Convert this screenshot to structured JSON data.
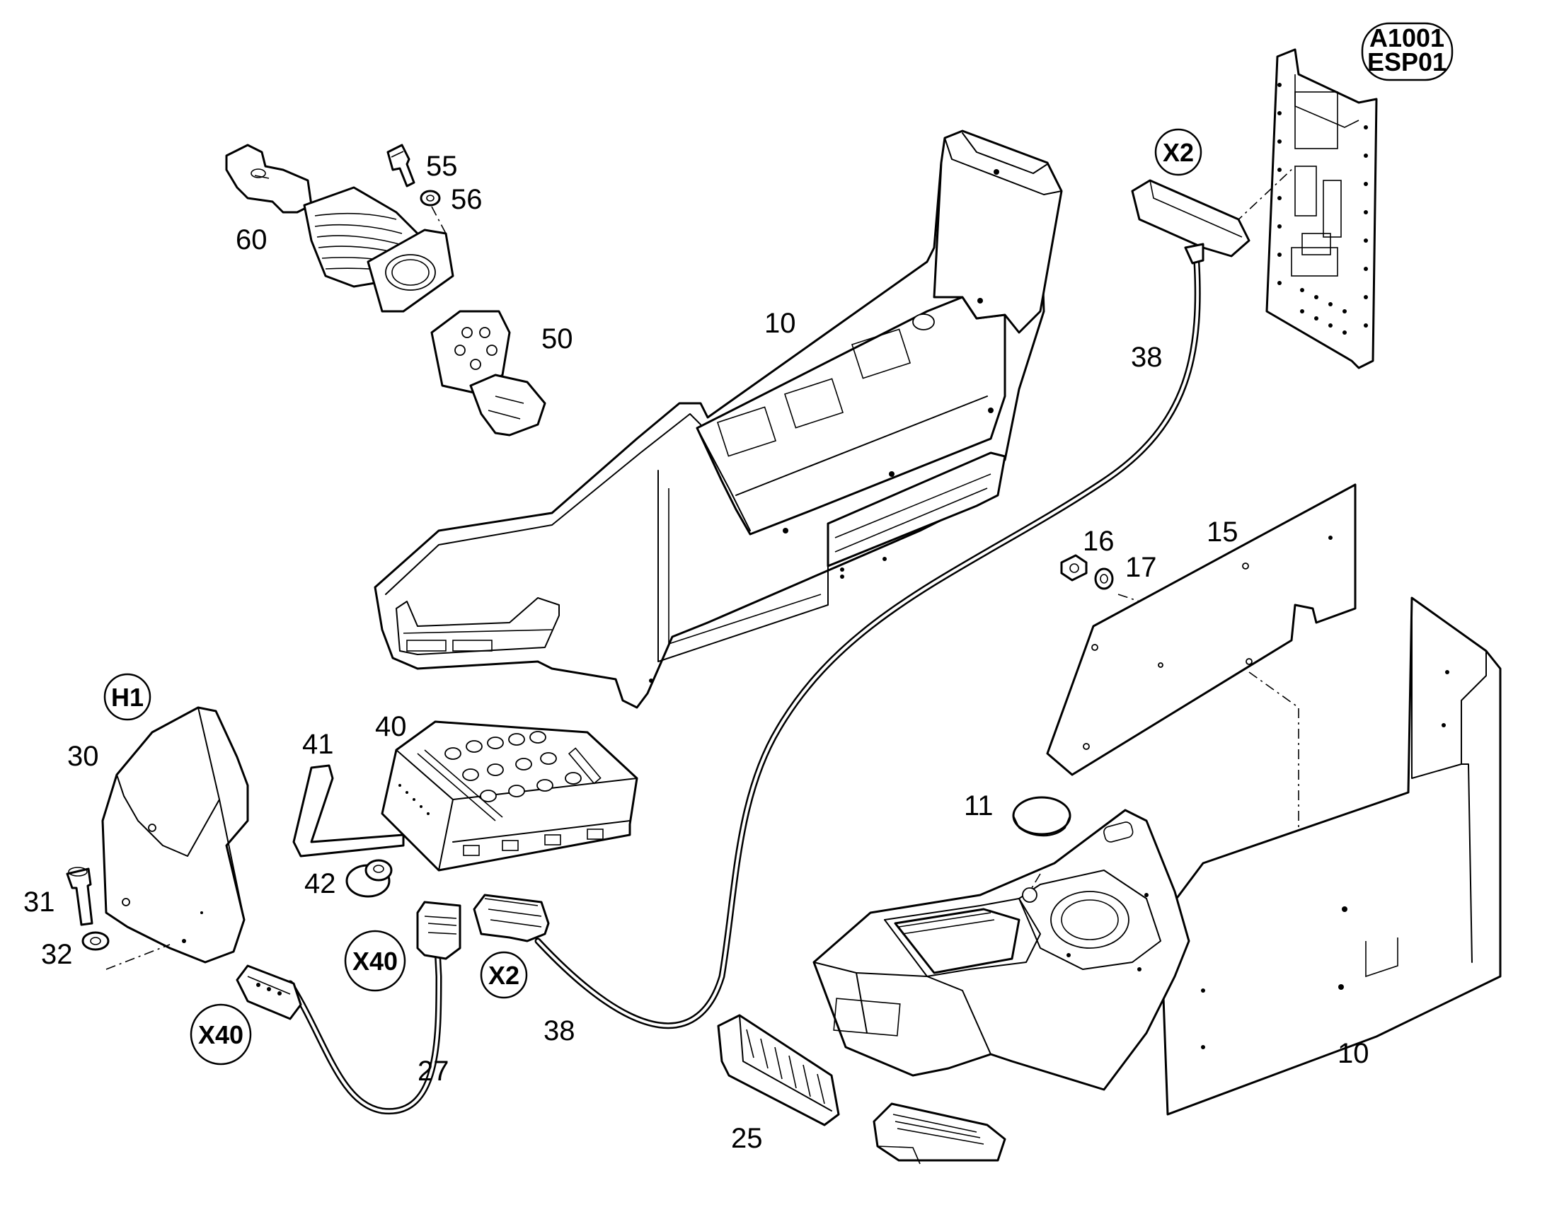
{
  "labels": {
    "l10_top": "10",
    "l10_bottom": "10",
    "l11": "11",
    "l15": "15",
    "l16": "16",
    "l17": "17",
    "l25": "25",
    "l27": "27",
    "l30": "30",
    "l31": "31",
    "l32": "32",
    "l38_top": "38",
    "l38_bottom": "38",
    "l40": "40",
    "l41": "41",
    "l42": "42",
    "l50": "50",
    "l55": "55",
    "l56": "56",
    "l60": "60"
  },
  "badges": {
    "a1001_line1": "A1001",
    "a1001_line2": "ESP01",
    "x2_top": "X2",
    "x2_bottom": "X2",
    "x40_left": "X40",
    "x40_right": "X40",
    "h1": "H1"
  }
}
